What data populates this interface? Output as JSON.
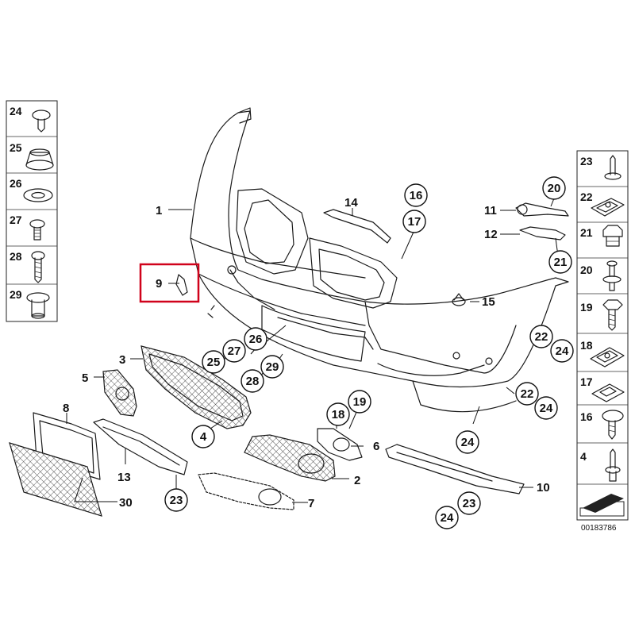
{
  "diagram": {
    "reference_number": "00183786",
    "highlighted_part": "9",
    "highlight_color": "#d0021b",
    "plain_labels": [
      {
        "id": "1",
        "text": "1"
      },
      {
        "id": "2",
        "text": "2"
      },
      {
        "id": "3",
        "text": "3"
      },
      {
        "id": "5",
        "text": "5"
      },
      {
        "id": "6",
        "text": "6"
      },
      {
        "id": "7",
        "text": "7"
      },
      {
        "id": "8",
        "text": "8"
      },
      {
        "id": "9",
        "text": "9"
      },
      {
        "id": "10",
        "text": "10"
      },
      {
        "id": "11",
        "text": "11"
      },
      {
        "id": "12",
        "text": "12"
      },
      {
        "id": "13",
        "text": "13"
      },
      {
        "id": "14",
        "text": "14"
      },
      {
        "id": "15",
        "text": "15"
      },
      {
        "id": "30",
        "text": "30"
      }
    ],
    "circled_labels": [
      "16",
      "17",
      "20",
      "21",
      "22",
      "24",
      "26",
      "27",
      "25",
      "28",
      "29",
      "19",
      "18",
      "4",
      "22",
      "24",
      "24",
      "23",
      "24",
      "23"
    ],
    "left_legend": [
      {
        "num": "24",
        "icon": "push-rivet-icon"
      },
      {
        "num": "25",
        "icon": "rubber-buffer-icon"
      },
      {
        "num": "26",
        "icon": "washer-icon"
      },
      {
        "num": "27",
        "icon": "expanding-rivet-icon"
      },
      {
        "num": "28",
        "icon": "screw-icon"
      },
      {
        "num": "29",
        "icon": "spacer-sleeve-icon"
      }
    ],
    "right_legend": [
      {
        "num": "23",
        "icon": "clip-rivet-icon"
      },
      {
        "num": "22",
        "icon": "spring-nut-icon"
      },
      {
        "num": "21",
        "icon": "expanding-nut-icon"
      },
      {
        "num": "20",
        "icon": "bolt-rivet-icon"
      },
      {
        "num": "19",
        "icon": "hex-screw-icon"
      },
      {
        "num": "18",
        "icon": "clip-nut-icon"
      },
      {
        "num": "17",
        "icon": "square-nut-icon"
      },
      {
        "num": "16",
        "icon": "round-head-screw-icon"
      },
      {
        "num": "4",
        "icon": "plastic-rivet-icon"
      }
    ]
  }
}
